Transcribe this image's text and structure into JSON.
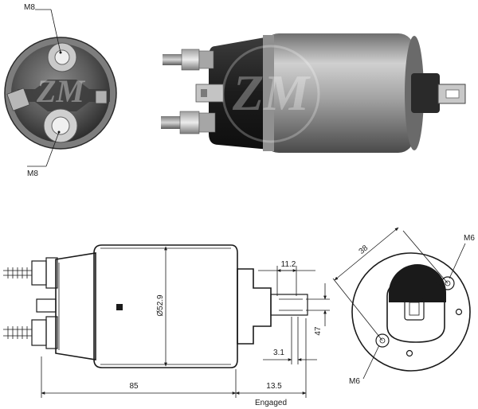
{
  "photo_views": {
    "end_view_labels": {
      "top_terminal": "M8",
      "bottom_terminal": "M8"
    },
    "watermark": "ZM"
  },
  "drawing": {
    "dimensions": {
      "overall_body_length": "85",
      "diameter": "Ø52.9",
      "stroke_length": "13.5",
      "stroke_caption": "Engaged",
      "plunger_width": "11.2",
      "slot_width": "47",
      "plunger_offset": "3.1",
      "hole_spacing": "38",
      "top_hole": "M6",
      "bottom_hole": "M6"
    }
  },
  "colors": {
    "line": "#1a1a1a",
    "body_metal": "#a9a9a9",
    "dark_metal": "#3a3a3a",
    "cap_gray": "#5e5e5e"
  }
}
